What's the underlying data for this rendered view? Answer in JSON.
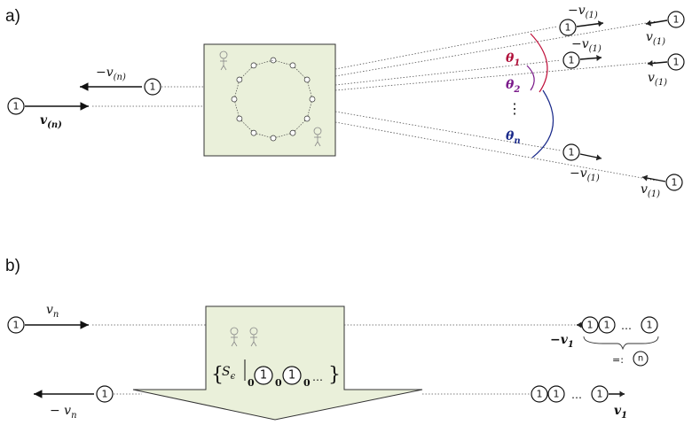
{
  "panel_a": {
    "label": "a)",
    "incoming_velocity": "v",
    "incoming_subscript": "(n)",
    "outgoing_velocity": "−v",
    "outgoing_subscript": "(n)",
    "particle": "1",
    "out_upper": "−v",
    "out_sub": "(1)",
    "in_vel": "v",
    "in_sub": "(1)",
    "theta": "θ",
    "theta1_sub": "1",
    "theta2_sub": "2",
    "thetan_sub": "n",
    "vdots": "⋮",
    "colors": {
      "theta1": "#b0103a",
      "theta2": "#7a1a8a",
      "thetan": "#1a2a8a",
      "box": "#eaf0da"
    }
  },
  "panel_b": {
    "label": "b)",
    "in_velocity": "v",
    "in_sub": "n",
    "out_velocity": "− v",
    "out_sub": "n",
    "particle": "1",
    "ellipsis": "…",
    "right_top_vel": "−v",
    "right_top_sub": "1",
    "right_bottom_vel": "v",
    "right_bottom_sub": "1",
    "def": "=:",
    "def_particle": "n",
    "state_S": "S",
    "state_eps": "ϵ",
    "state_zero": "0",
    "state_tail": "…"
  }
}
